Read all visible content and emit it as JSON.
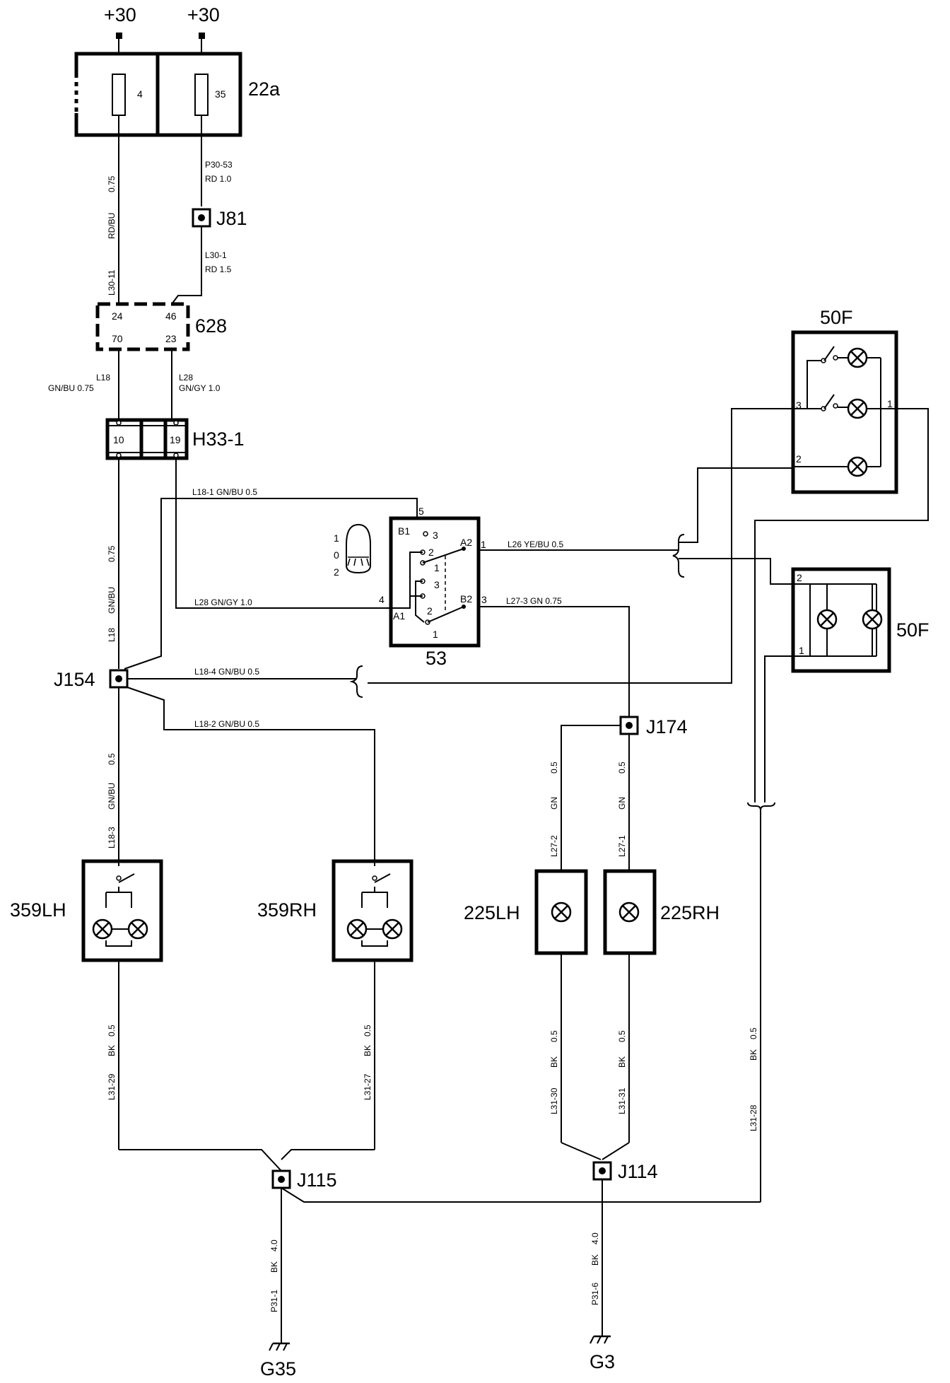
{
  "supply": {
    "left": "+30",
    "right": "+30"
  },
  "fuse_box": {
    "label": "22a",
    "fuse_left": "4",
    "fuse_right": "35"
  },
  "connector_628": {
    "label": "628",
    "pins": [
      "24",
      "46",
      "70",
      "23"
    ]
  },
  "connector_h33": {
    "label": "H33-1",
    "pins": [
      "10",
      "19"
    ]
  },
  "junctions": {
    "j81": "J81",
    "j154": "J154",
    "j174": "J174",
    "j115": "J115",
    "j114": "J114"
  },
  "switch_53": {
    "label": "53",
    "contacts": {
      "b1": "B1",
      "a2": "A2",
      "b2": "B2",
      "a1": "A1"
    },
    "pins": {
      "p5": "5",
      "p1": "1",
      "p4": "4",
      "p3": "3"
    },
    "positions": {
      "top3": "3",
      "top2": "2",
      "top1": "1",
      "bot3": "3",
      "bot2": "2",
      "bot1": "1"
    },
    "symbol_positions": [
      "1",
      "0",
      "2"
    ]
  },
  "lamp_50f_top": {
    "label": "50F",
    "pins": [
      "3",
      "1",
      "2"
    ]
  },
  "lamp_50f_mid": {
    "label": "50F",
    "pins": [
      "2",
      "1"
    ]
  },
  "lamps": {
    "l359lh": "359LH",
    "l359rh": "359RH",
    "l225lh": "225LH",
    "l225rh": "225RH"
  },
  "grounds": {
    "g35": "G35",
    "g3": "G3"
  },
  "wires": {
    "l30_11": [
      "L30-11",
      "RD/BU",
      "0.75"
    ],
    "p30_53": [
      "P30-53",
      "RD  1.0"
    ],
    "l30_1": [
      "L30-1",
      "RD  1.5"
    ],
    "l18": [
      "L18",
      "GN/BU  0.75"
    ],
    "l28_top": [
      "L28",
      "GN/GY  1.0"
    ],
    "l18_1": "L18-1  GN/BU  0.5",
    "l28_mid": "L28    GN/GY   1.0",
    "l26": "L26    YE/BU   0.5",
    "l27_3": "L27-3   GN   0.75",
    "l18_v": [
      "L18",
      "GN/BU",
      "0.75"
    ],
    "l18_4": "L18-4   GN/BU   0.5",
    "l18_2": "L18-2   GN/BU   0.5",
    "l18_3": [
      "L18-3",
      "GN/BU",
      "0.5"
    ],
    "l27_2": [
      "L27-2",
      "GN",
      "0.5"
    ],
    "l27_1": [
      "L27-1",
      "GN",
      "0.5"
    ],
    "l31_29": [
      "L31-29",
      "BK",
      "0.5"
    ],
    "l31_27": [
      "L31-27",
      "BK",
      "0.5"
    ],
    "l31_30": [
      "L31-30",
      "BK",
      "0.5"
    ],
    "l31_31": [
      "L31-31",
      "BK",
      "0.5"
    ],
    "l31_28": [
      "L31-28",
      "BK",
      "0.5"
    ],
    "p31_1": [
      "P31-1",
      "BK",
      "4.0"
    ],
    "p31_6": [
      "P31-6",
      "BK",
      "4.0"
    ]
  }
}
